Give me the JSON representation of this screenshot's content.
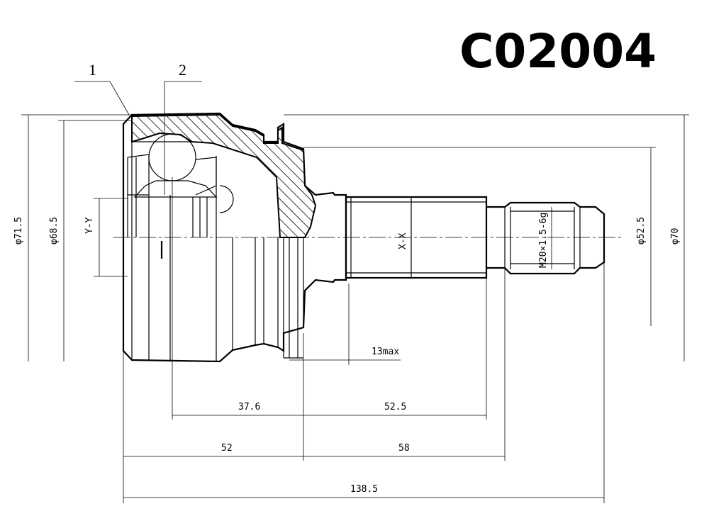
{
  "part_number": "C02004",
  "callouts": [
    "1",
    "2"
  ],
  "dimensions": {
    "dia_71_5": "φ71.5",
    "dia_68_5": "φ68.5",
    "section_yy": "Y-Y",
    "section_xx": "X-X",
    "thread": "M20×1.5-6g",
    "dia_52_5": "φ52.5",
    "dia_70": "φ70",
    "len_13max": "13max",
    "len_37_6": "37.6",
    "len_52_5": "52.5",
    "len_52": "52",
    "len_58": "58",
    "len_138_5": "138.5"
  }
}
